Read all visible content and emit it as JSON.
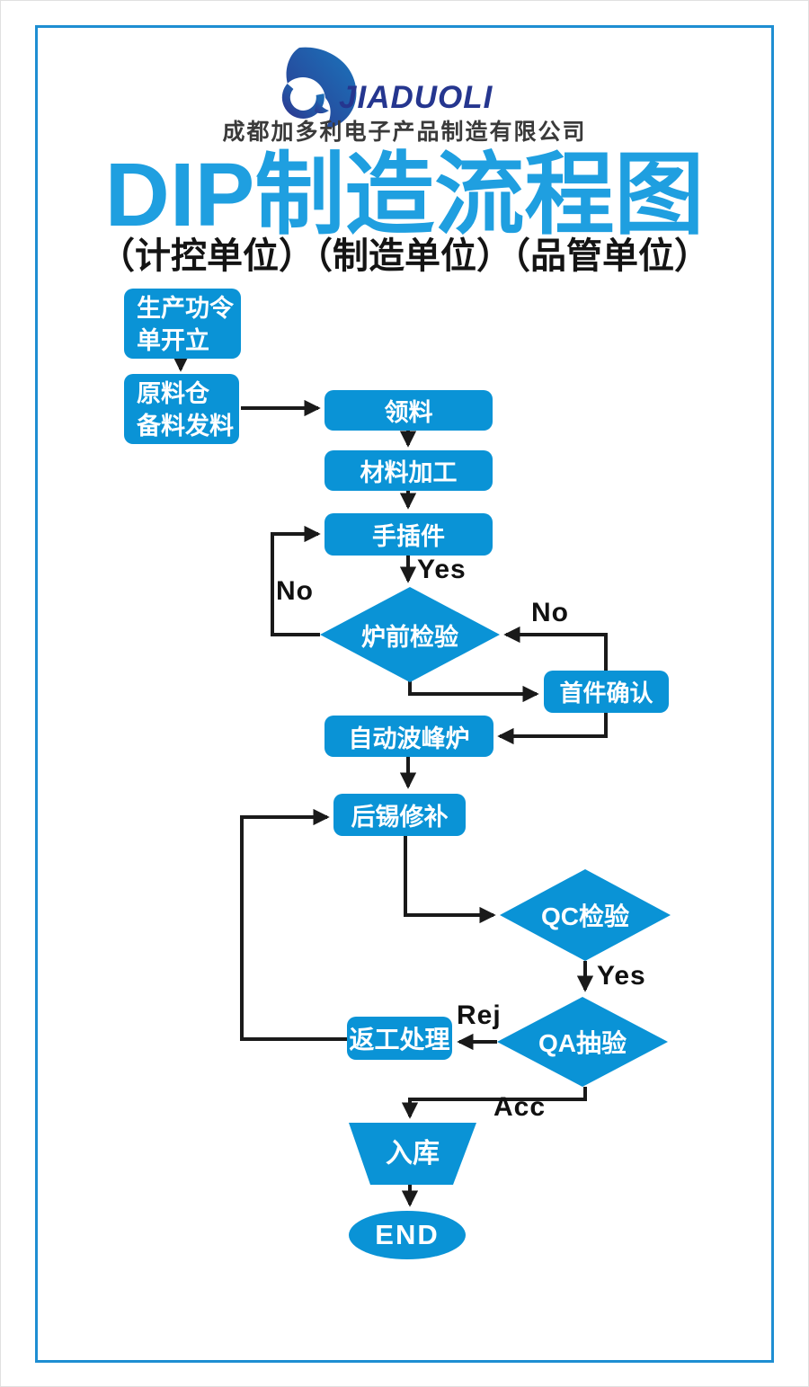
{
  "header": {
    "logo_text": "JIADUOLI",
    "company_name": "成都加多利电子产品制造有限公司",
    "title": "DIP制造流程图",
    "subtitle": "（计控单位）（制造单位）（品管单位）"
  },
  "colors": {
    "node_blue": "#0a93d6",
    "title_blue": "#1f9fe0",
    "frame_blue": "#1e8ed2",
    "logo_navy": "#2b3990",
    "logo_blue": "#1b75bc",
    "arrow_black": "#1a1a1a",
    "node_text": "#ffffff"
  },
  "flowchart": {
    "nodes": [
      {
        "id": "order-open",
        "shape": "rect",
        "label": "生产功令\n单开立"
      },
      {
        "id": "material-prep",
        "shape": "rect",
        "label": "原料仓\n备料发料"
      },
      {
        "id": "pick-material",
        "shape": "rect",
        "label": "领料"
      },
      {
        "id": "material-process",
        "shape": "rect",
        "label": "材料加工"
      },
      {
        "id": "hand-insert",
        "shape": "rect",
        "label": "手插件"
      },
      {
        "id": "pre-solder-inspect",
        "shape": "diamond",
        "label": "炉前检验"
      },
      {
        "id": "first-article-confirm",
        "shape": "rect",
        "label": "首件确认"
      },
      {
        "id": "wave-solder",
        "shape": "rect",
        "label": "自动波峰炉"
      },
      {
        "id": "solder-touchup",
        "shape": "rect",
        "label": "后锡修补"
      },
      {
        "id": "qc-inspect",
        "shape": "diamond",
        "label": "QC检验"
      },
      {
        "id": "qa-sampling",
        "shape": "diamond",
        "label": "QA抽验"
      },
      {
        "id": "rework",
        "shape": "rect",
        "label": "返工处理"
      },
      {
        "id": "warehouse-in",
        "shape": "trapezoid",
        "label": "入库"
      },
      {
        "id": "end",
        "shape": "ellipse",
        "label": "END"
      }
    ],
    "edge_labels": [
      {
        "id": "yes-insert-to-inspect",
        "label": "Yes"
      },
      {
        "id": "no-inspect-back-to-insert",
        "label": "No"
      },
      {
        "id": "no-firstarticle-to-inspect",
        "label": "No"
      },
      {
        "id": "yes-qc-to-qa",
        "label": "Yes"
      },
      {
        "id": "rej-qa-to-rework",
        "label": "Rej"
      },
      {
        "id": "acc-qa-to-warehouse",
        "label": "Acc"
      }
    ]
  }
}
